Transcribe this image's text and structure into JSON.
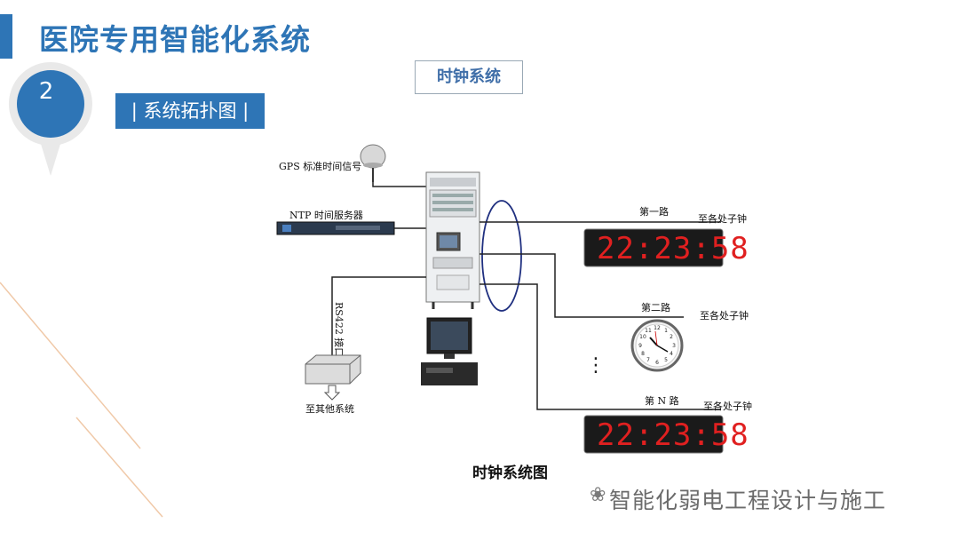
{
  "page": {
    "title": "医院专用智能化系统",
    "section_number": "2",
    "section_label": "| 系统拓扑图 |",
    "clock_box_title": "时钟系统"
  },
  "diagram": {
    "caption": "时钟系统图",
    "gps_label": "GPS 标准时间信号",
    "ntp_label": "NTP 时间服务器",
    "rs422_label": "RS422 接口",
    "other_systems_label": "至其他系统",
    "route1_label": "第一路",
    "route2_label": "第二路",
    "routeN_label": "第 N 路",
    "to_clocks_1": "至各处子钟",
    "to_clocks_2": "至各处子钟",
    "to_clocks_3": "至各处子钟",
    "led_time_1": "22:23:58",
    "led_time_2": "22:23:58",
    "ellipsis": "⋮"
  },
  "watermark": {
    "icon": "wechat-icon",
    "text": "智能化弱电工程设计与施工"
  },
  "colors": {
    "accent": "#2e75b6",
    "led_red": "#e02020",
    "led_bg": "#1a1a1a"
  }
}
